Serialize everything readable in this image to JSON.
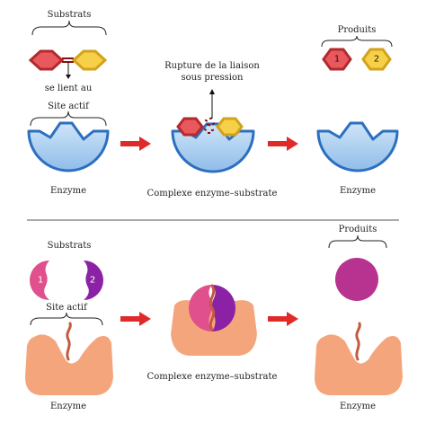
{
  "top": {
    "substrates_label": "Substrats",
    "bind_label": "se lient au",
    "active_site_label": "Site actif",
    "enzyme_label_left": "Enzyme",
    "complex_label": "Complexe enzyme–substrate",
    "rupture_line1": "Rupture de la liaison",
    "rupture_line2": "sous pression",
    "products_label": "Produits",
    "enzyme_label_right": "Enzyme",
    "product1_number": "1",
    "product2_number": "2"
  },
  "bottom": {
    "substrates_label": "Substrats",
    "substrate1_number": "1",
    "substrate2_number": "2",
    "active_site_label": "Site actif",
    "enzyme_label_left": "Enzyme",
    "complex_label": "Complexe enzyme–substrate",
    "products_label": "Produits",
    "enzyme_label_right": "Enzyme"
  },
  "colors": {
    "enzyme_blue": "#a9d0f2",
    "enzyme_blue_rim": "#2c6fc0",
    "hex_red": "#e9585c",
    "hex_yellow": "#f7d04a",
    "arrow_red": "#e02a2a",
    "enzyme_orange": "#f5a57c",
    "substrate_pink": "#e0508c",
    "substrate_purple": "#8b22a6",
    "product_magenta": "#b7338f"
  }
}
